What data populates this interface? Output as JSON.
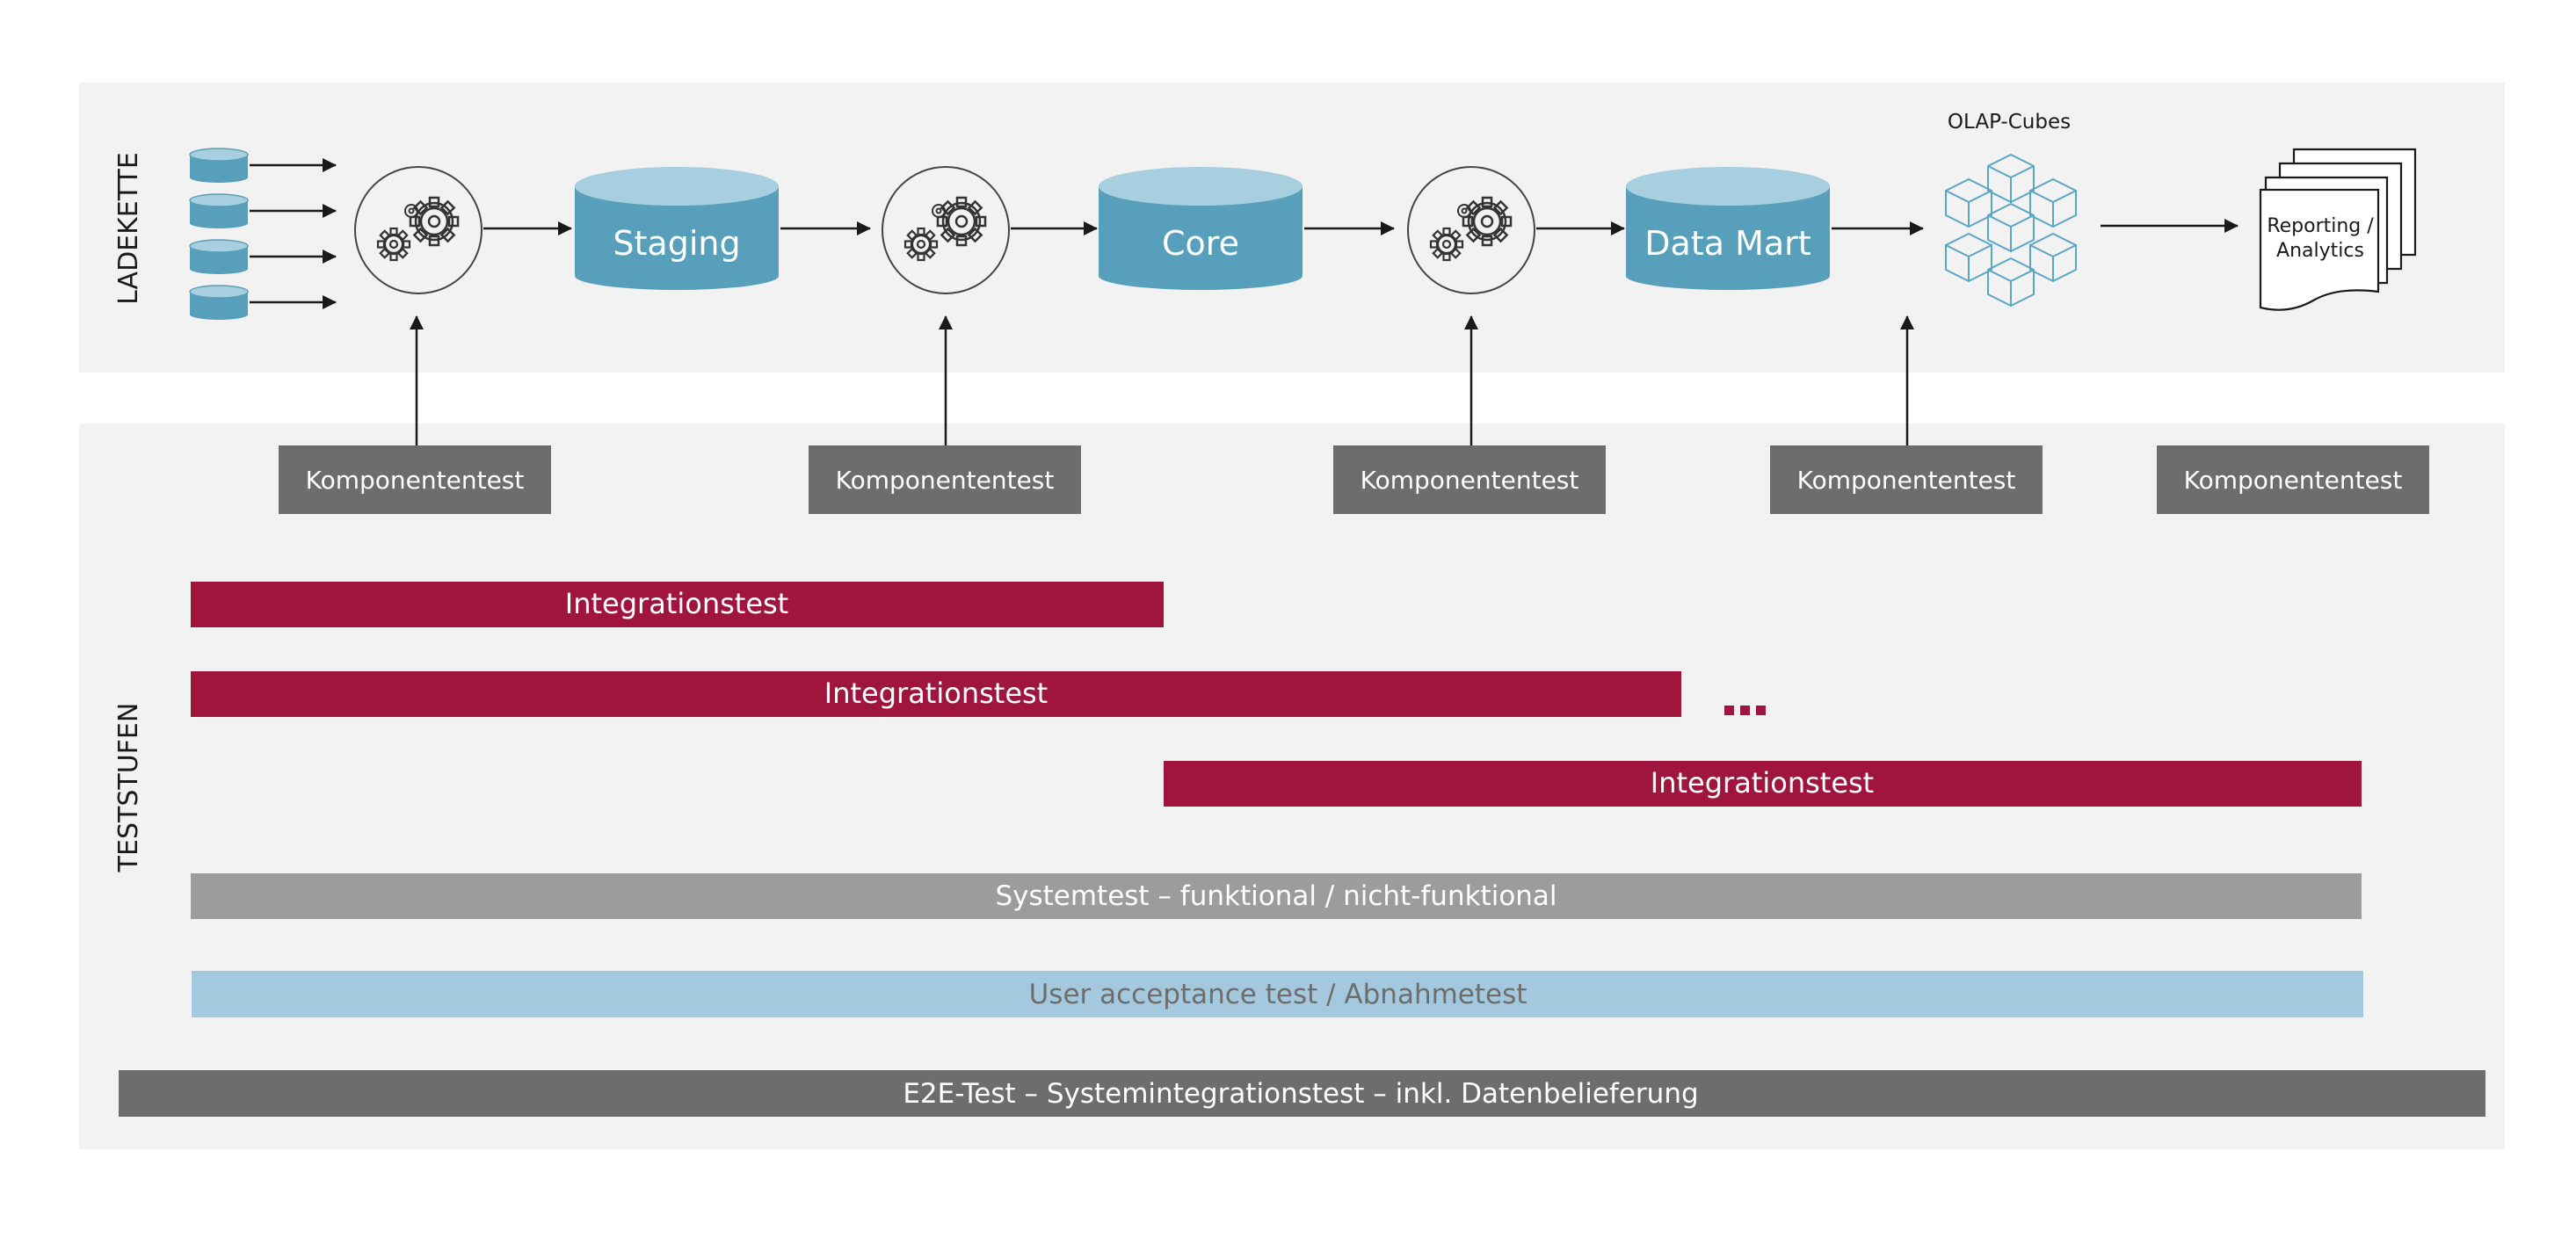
{
  "colors": {
    "panel_bg": "#f2f2f2",
    "db_teal": "#579fba",
    "db_top": "#a8cfe0",
    "source_db": "#579fba",
    "gear_stroke": "#333333",
    "arrow": "#1a1a1a",
    "component_box": "#6d6d6d",
    "integration_bar": "#a0153e",
    "system_bar": "#9d9c9c",
    "uat_bar": "#a4c9de",
    "uat_text": "#6d6d6d",
    "e2e_bar": "#6d6d6d",
    "cube_stroke": "#5aa7c4",
    "white": "#ffffff",
    "dark_text": "#1a1a1a"
  },
  "sections": {
    "ladekette_label": "LADEKETTE",
    "teststufen_label": "TESTSTUFEN"
  },
  "pipeline": {
    "staging_label": "Staging",
    "core_label": "Core",
    "datamart_label": "Data Mart",
    "olap_label": "OLAP-Cubes",
    "report_line1": "Reporting /",
    "report_line2": "Analytics"
  },
  "component_tests": {
    "label_1": "Komponententest",
    "label_2": "Komponententest",
    "label_3": "Komponententest",
    "label_4": "Komponententest",
    "label_5": "Komponententest"
  },
  "integration_tests": {
    "label_1": "Integrationstest",
    "label_2": "Integrationstest",
    "label_3": "Integrationstest"
  },
  "system_test": {
    "label": "Systemtest – funktional / nicht-funktional"
  },
  "uat": {
    "label": "User acceptance test / Abnahmetest"
  },
  "e2e": {
    "label": "E2E-Test – Systemintegrationstest – inkl. Datenbelieferung"
  }
}
